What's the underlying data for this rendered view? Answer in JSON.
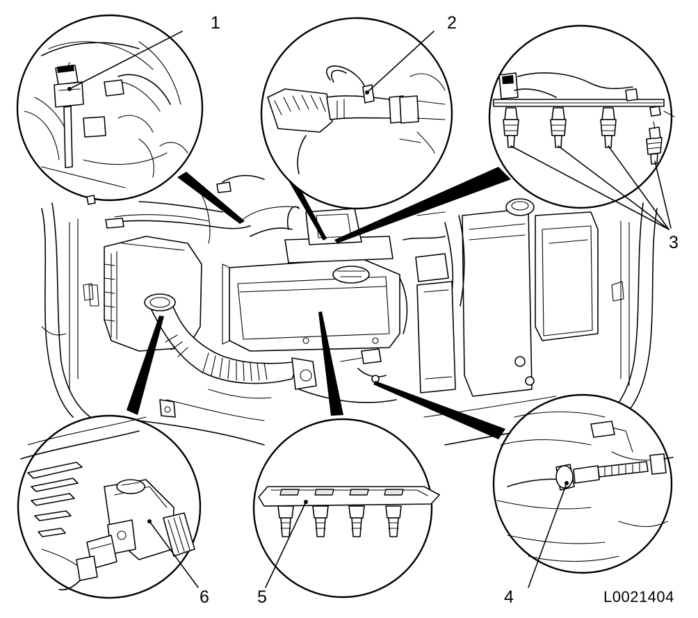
{
  "diagram": {
    "reference_code": "L0021404",
    "callouts": [
      {
        "id": "1",
        "label": "1"
      },
      {
        "id": "2",
        "label": "2"
      },
      {
        "id": "3",
        "label": "3"
      },
      {
        "id": "4",
        "label": "4"
      },
      {
        "id": "5",
        "label": "5"
      },
      {
        "id": "6",
        "label": "6"
      }
    ]
  }
}
